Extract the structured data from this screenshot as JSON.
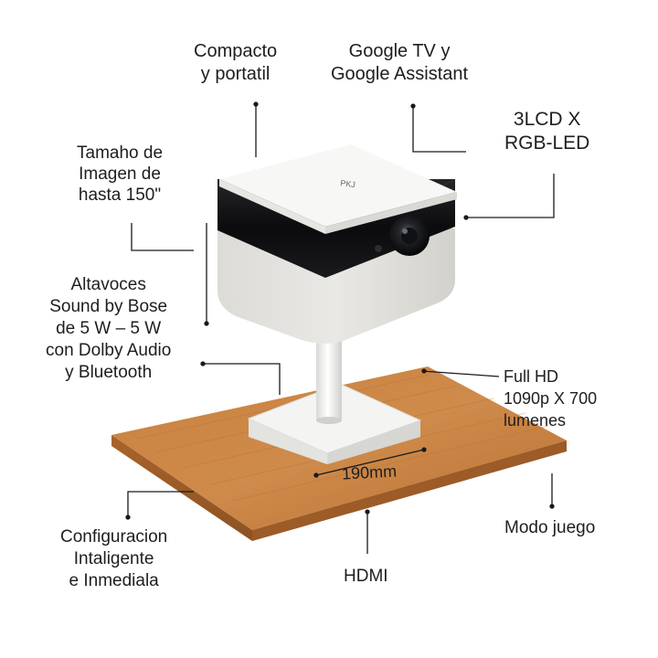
{
  "product": {
    "logo_text": "PKJ",
    "colors": {
      "body": "#f2f2f0",
      "fabric": "#e4e3df",
      "glass": "#0d0d10",
      "wood": "#c47e40",
      "line": "#1a1a1a"
    }
  },
  "callouts": {
    "compacto": [
      "Compacto",
      "y portatil"
    ],
    "google": [
      "Google TV y",
      "Google Assistant"
    ],
    "lcd": [
      "3LCD X",
      "RGB-LED"
    ],
    "tamano": [
      "Tamaho de",
      "Imagen de",
      "hasta 150\""
    ],
    "altavoces": [
      "Altavoces",
      "Sound by Bose",
      "de 5 W – 5 W",
      "con Dolby Audio",
      "y Bluetooth"
    ],
    "fullhd": [
      "Full HD",
      "1090p X 700",
      "lumenes"
    ],
    "width": "190mm",
    "config": [
      "Configuracion",
      "Intaligente",
      "e Inmediala"
    ],
    "hdmi": "HDMI",
    "modo": "Modo juego"
  }
}
